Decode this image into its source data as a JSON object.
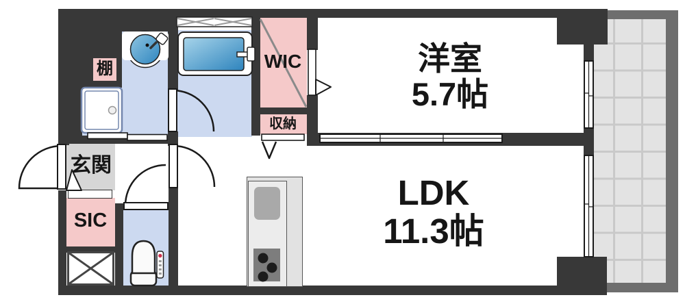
{
  "rooms": {
    "western_room": {
      "name": "洋室",
      "size": "5.7帖"
    },
    "ldk": {
      "name": "LDK",
      "size": "11.3帖"
    },
    "wic": {
      "label": "WIC"
    },
    "storage": {
      "label": "収納"
    },
    "entrance": {
      "label": "玄関"
    },
    "sic": {
      "label": "SIC"
    },
    "shelf": {
      "label": "棚"
    }
  },
  "colors": {
    "wall": "#383838",
    "closet_pink": "#f5c9c9",
    "wet_area_blue": "#ccd9f0",
    "entrance_gray": "#d6d6d6",
    "bathtub_blue": "#2e84bd",
    "balcony_rail_gray": "#6e6e6e",
    "balcony_floor": "#e3e3e3"
  }
}
